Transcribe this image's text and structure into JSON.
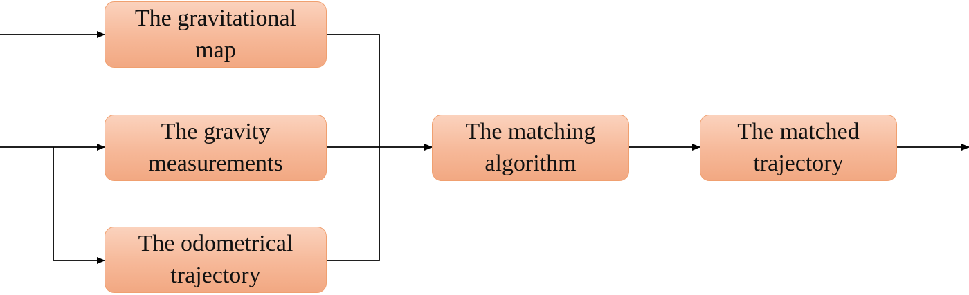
{
  "nodes": {
    "gravitational_map": {
      "line1": "The gravitational",
      "line2": "map"
    },
    "gravity_measurements": {
      "line1": "The gravity",
      "line2": "measurements"
    },
    "odometrical_trajectory": {
      "line1": "The odometrical",
      "line2": "trajectory"
    },
    "matching_algorithm": {
      "line1": "The matching",
      "line2": "algorithm"
    },
    "matched_trajectory": {
      "line1": "The matched",
      "line2": "trajectory"
    }
  },
  "colors": {
    "node_fill": "#f6b898",
    "node_border": "#f0a070",
    "connector": "#000000"
  }
}
